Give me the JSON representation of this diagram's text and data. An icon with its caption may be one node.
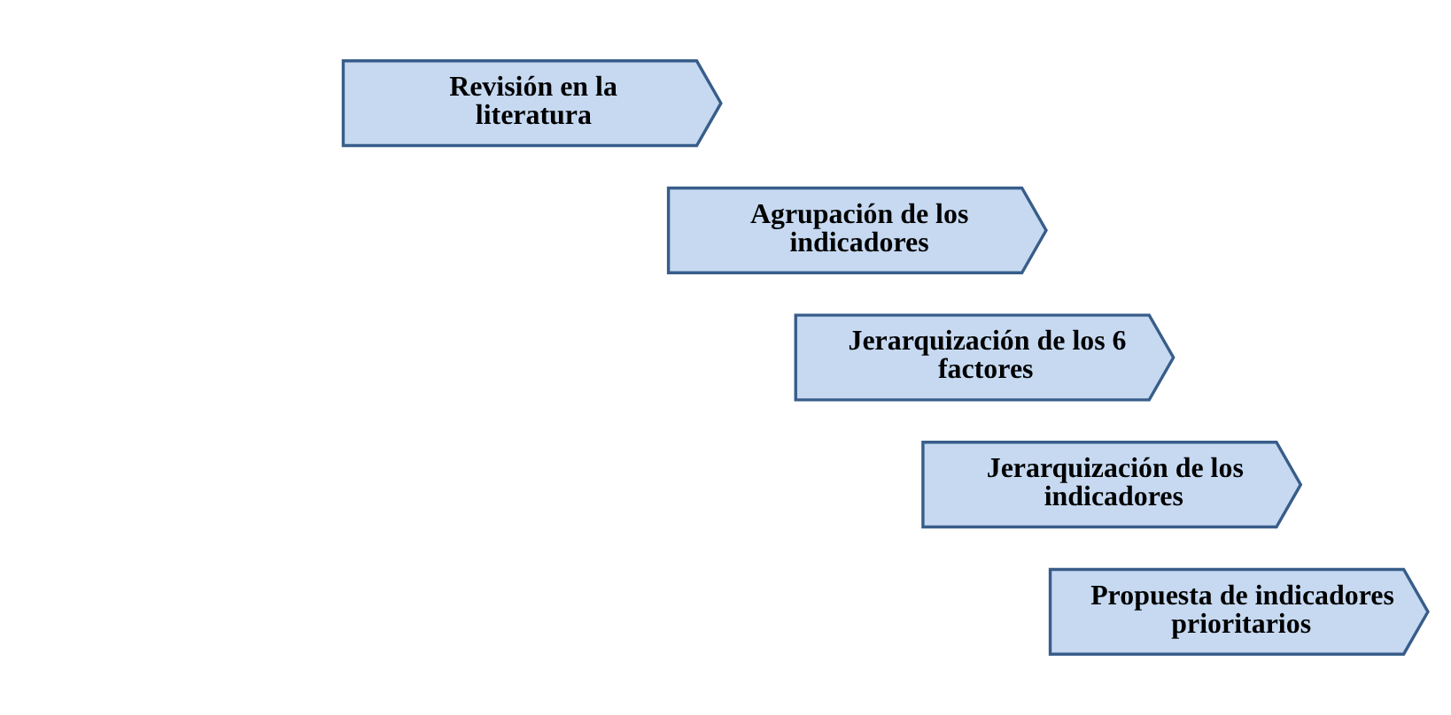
{
  "diagram": {
    "nodes": [
      {
        "text": [
          "Revisión en la literatura"
        ]
      },
      {
        "text": [
          "Agrupación de los indicadores"
        ]
      },
      {
        "text": [
          "Jerarquización de los 6 factores"
        ]
      },
      {
        "text": [
          "Jerarquización de los indicadores"
        ]
      },
      {
        "text": [
          "Propuesta de indicadores prioritarios"
        ]
      }
    ]
  }
}
